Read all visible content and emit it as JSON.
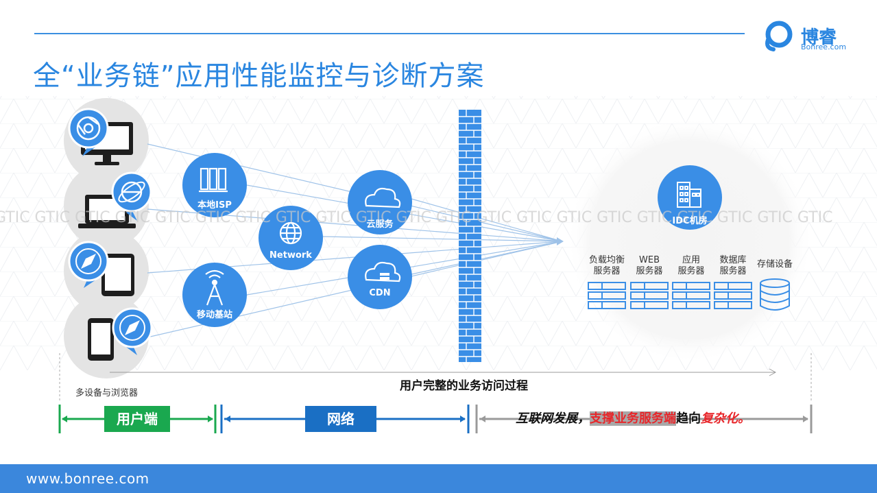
{
  "header": {
    "title": "全“业务链”应用性能监控与诊断方案",
    "logo_name": "博睿",
    "logo_domain": "Bonree.com"
  },
  "watermark": "GTIC GTIC GTIC GTIC GTIC GTIC GTIC GTIC GTIC GTIC GTIC GTIC GTIC GTIC GTIC GTIC GTIC GTIC GTIC GTIC GTIC",
  "devices": {
    "items": [
      {
        "device": "desktop-monitor",
        "browser": "chrome-icon"
      },
      {
        "device": "laptop",
        "browser": "ie-icon"
      },
      {
        "device": "tablet",
        "browser": "safari-icon"
      },
      {
        "device": "phone",
        "browser": "safari-icon"
      }
    ],
    "label": "多设备与浏览器"
  },
  "network_nodes": {
    "isp": "本地ISP",
    "network": "Network",
    "mobile": "移动基站",
    "cloud": "云服务",
    "cdn": "CDN"
  },
  "idc": {
    "label": "IDC机房",
    "servers": [
      {
        "line1": "负载均衡",
        "line2": "服务器"
      },
      {
        "line1": "WEB",
        "line2": "服务器"
      },
      {
        "line1": "应用",
        "line2": "服务器"
      },
      {
        "line1": "数据库",
        "line2": "服务器"
      },
      {
        "line1": "存储设备",
        "line2": ""
      }
    ]
  },
  "journey_label": "用户完整的业务访问过程",
  "segments": {
    "user": "用户端",
    "network": "网络"
  },
  "summary": {
    "part1": "互联网发展，",
    "part2": "支撑业务",
    "part3": "服务端",
    "part4": "趋向",
    "part5": "复杂化。"
  },
  "footer": {
    "url": "www.bonree.com"
  },
  "colors": {
    "primary_blue": "#2a86e0",
    "node_blue": "#3a8ee6",
    "user_green": "#1aa84f",
    "network_blue": "#1a6fc4",
    "emphasis_red": "#e8262a"
  }
}
